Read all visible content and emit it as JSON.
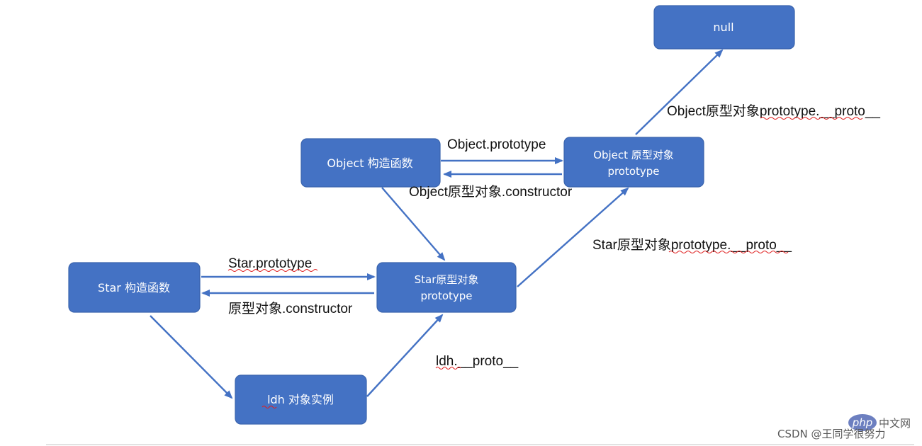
{
  "diagram": {
    "nodes": {
      "null": {
        "label": "null"
      },
      "object_ctor": {
        "label": "Object 构造函数"
      },
      "object_proto": {
        "label_line1": "Object 原型对象",
        "label_line2": "prototype"
      },
      "star_ctor": {
        "label": "Star 构造函数"
      },
      "star_proto": {
        "label_line1": "Star原型对象",
        "label_line2": "prototype"
      },
      "ldh": {
        "label": "ldh 对象实例"
      }
    },
    "edges": {
      "object_prototype": "Object.prototype",
      "object_constructor": "Object原型对象.constructor",
      "object_proto_proto": "Object原型对象prototype.__proto__",
      "star_proto_proto": "Star原型对象prototype.__proto__",
      "star_prototype": "Star.prototype",
      "star_constructor": "原型对象.constructor",
      "ldh_proto": "ldh.__proto__"
    }
  },
  "watermark": {
    "logo": "php",
    "logo_suffix": "中文网",
    "text": "CSDN @王同学很努力"
  }
}
